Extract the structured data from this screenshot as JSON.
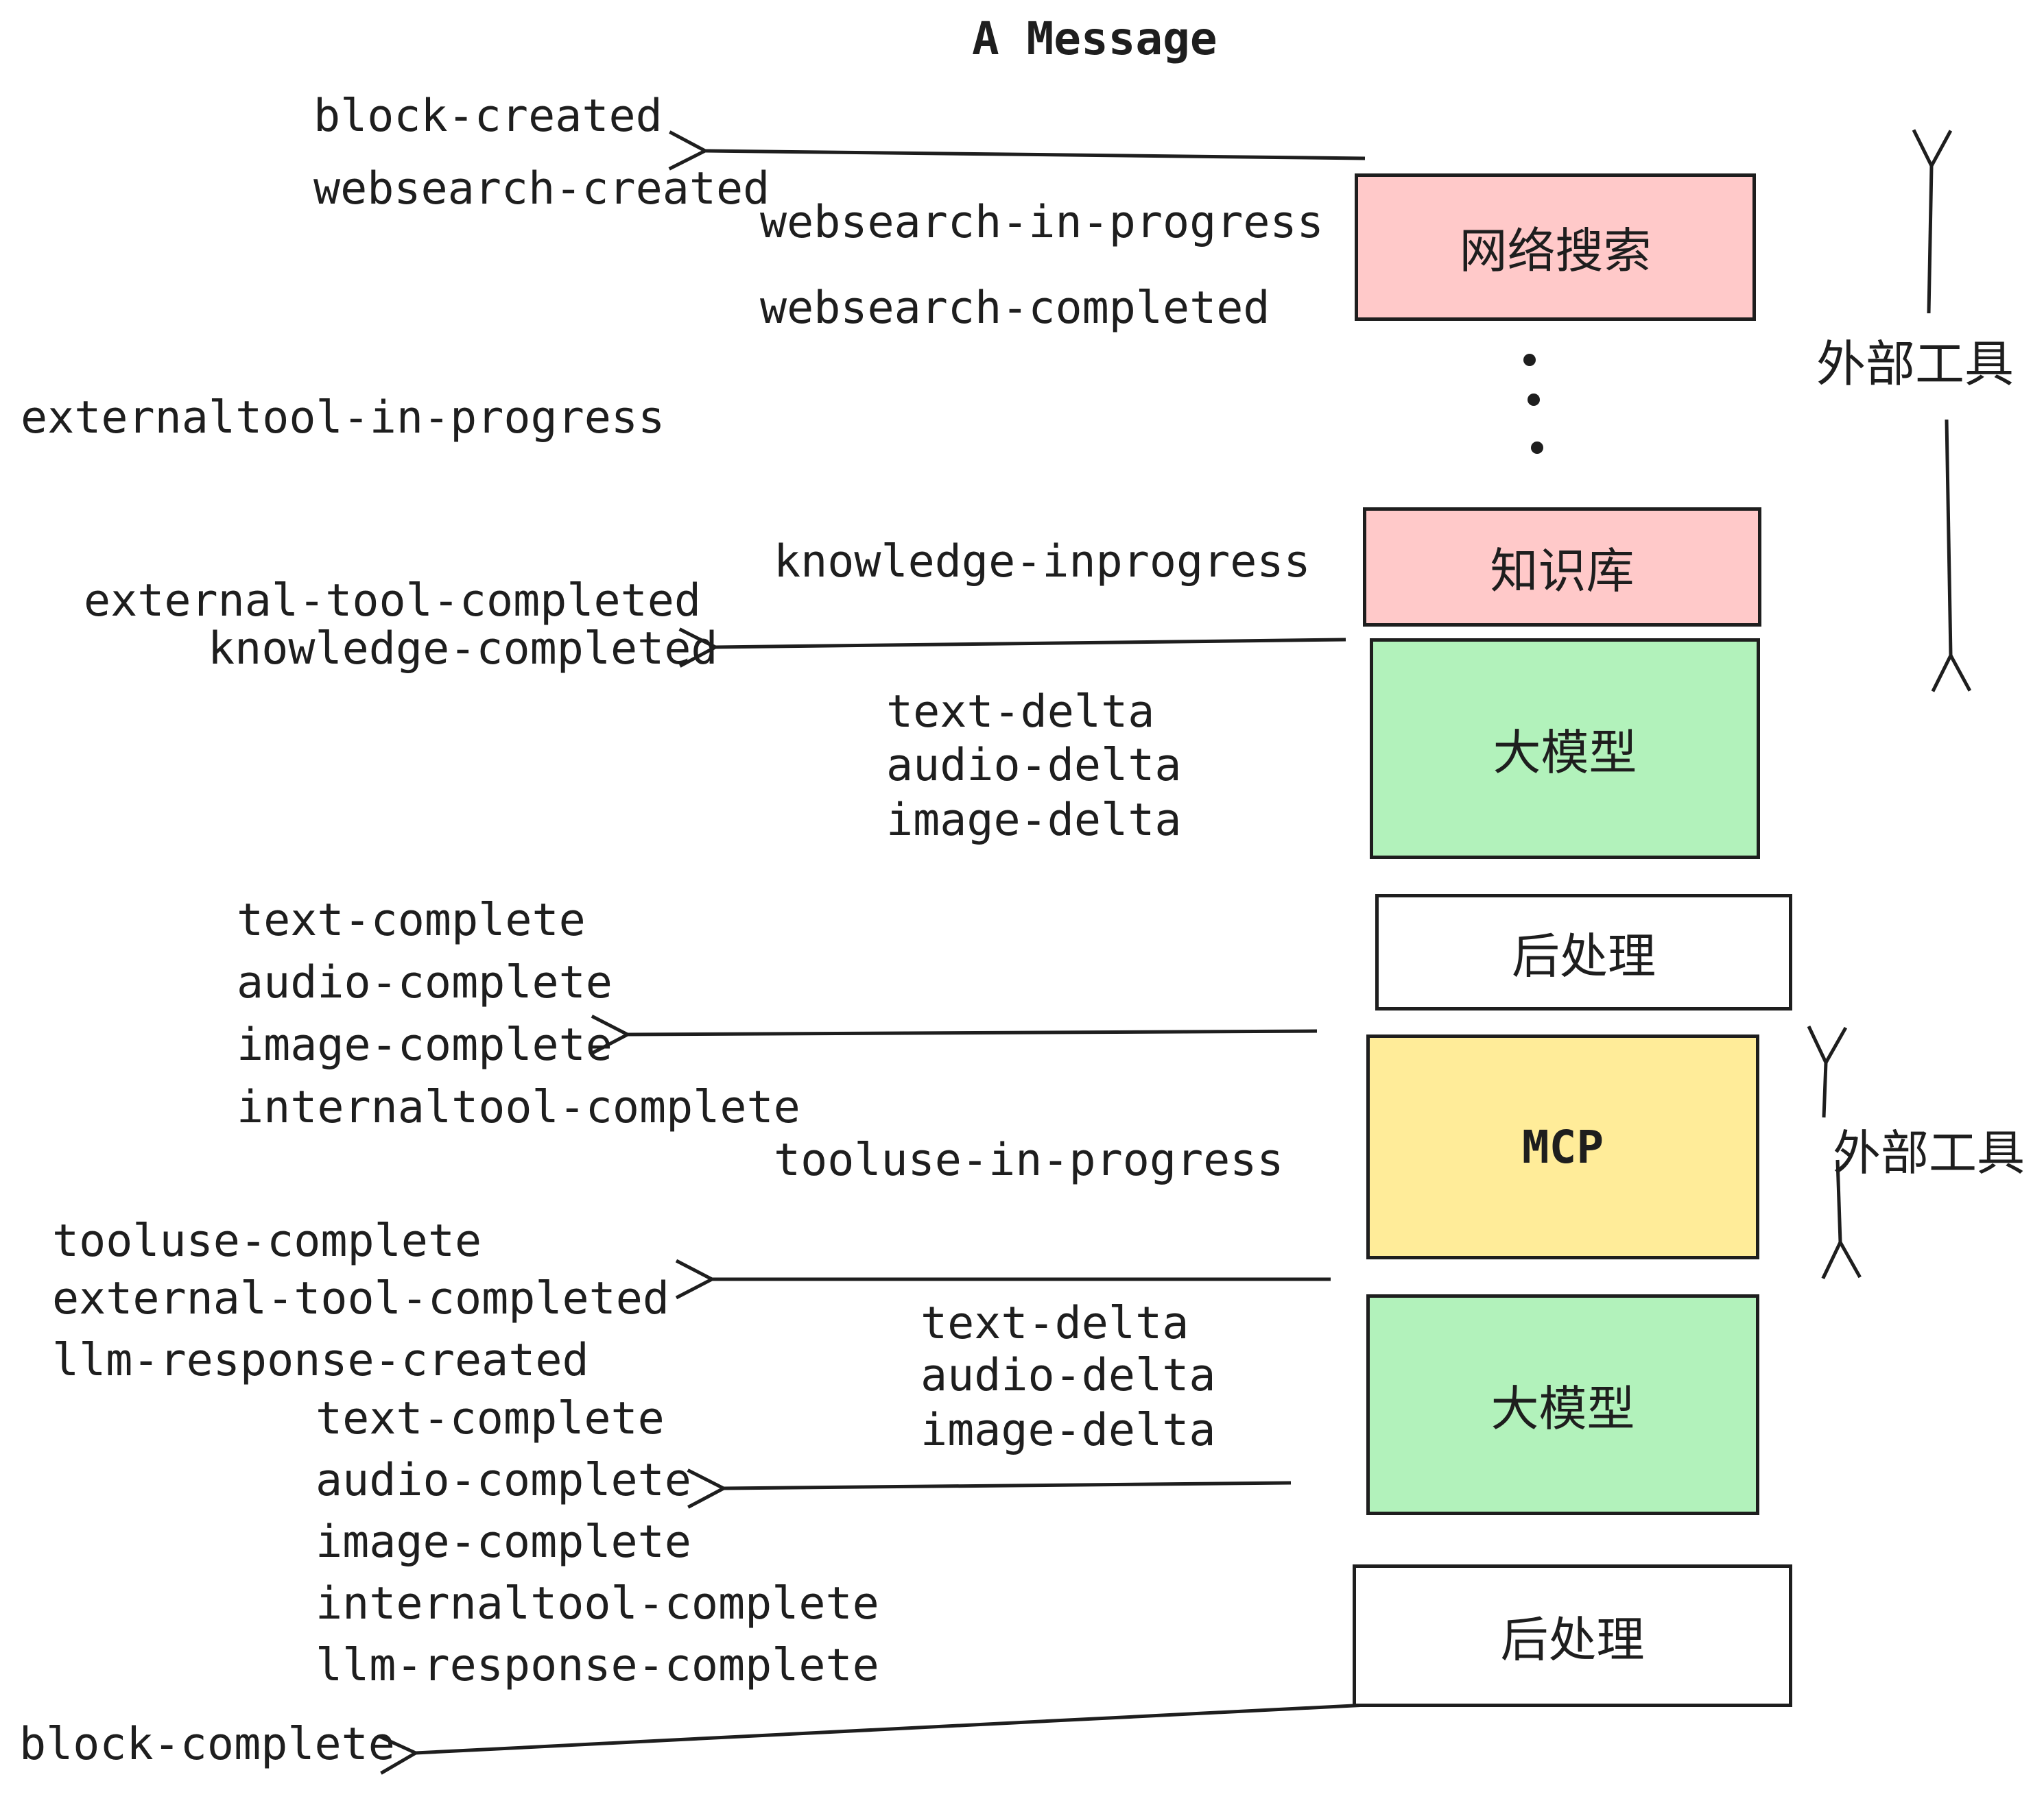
{
  "title": "A Message",
  "colors": {
    "pink": "#ffc9c9",
    "green": "#b2f2bb",
    "yellow": "#ffec99",
    "white": "#ffffff",
    "ink": "#1e1e1e"
  },
  "boxes": [
    {
      "label": "网络搜索",
      "color": "#ffc9c9"
    },
    {
      "label": "知识库",
      "color": "#ffc9c9"
    },
    {
      "label": "大模型",
      "color": "#b2f2bb"
    },
    {
      "label": "后处理",
      "color": "#ffffff"
    },
    {
      "label": "MCP",
      "color": "#ffec99"
    },
    {
      "label": "大模型",
      "color": "#b2f2bb"
    },
    {
      "label": "后处理",
      "color": "#ffffff"
    }
  ],
  "side_labels": {
    "external_tools_top": "外部工具",
    "external_tools_mcp": "外部工具"
  },
  "events": {
    "block_created": "block-created",
    "websearch_created": "websearch-created",
    "websearch_in_progress": "websearch-in-progress",
    "websearch_completed": "websearch-completed",
    "externaltool_in_progress": "externaltool-in-progress",
    "knowledge_inprogress": "knowledge-inprogress",
    "external_tool_completed_1": "external-tool-completed",
    "knowledge_completed": "knowledge-completed",
    "text_delta_1": "text-delta",
    "audio_delta_1": "audio-delta",
    "image_delta_1": "image-delta",
    "text_complete_1": "text-complete",
    "audio_complete_1": "audio-complete",
    "image_complete_1": "image-complete",
    "internaltool_complete_1": "internaltool-complete",
    "tooluse_in_progress": "tooluse-in-progress",
    "tooluse_complete": "tooluse-complete",
    "external_tool_completed_2": "external-tool-completed",
    "llm_response_created": "llm-response-created",
    "text_complete_2": "text-complete",
    "audio_complete_2": "audio-complete",
    "image_complete_2": "image-complete",
    "internaltool_complete_2": "internaltool-complete",
    "llm_response_complete": "llm-response-complete",
    "text_delta_2": "text-delta",
    "audio_delta_2": "audio-delta",
    "image_delta_2": "image-delta",
    "block_complete": "block-complete"
  }
}
